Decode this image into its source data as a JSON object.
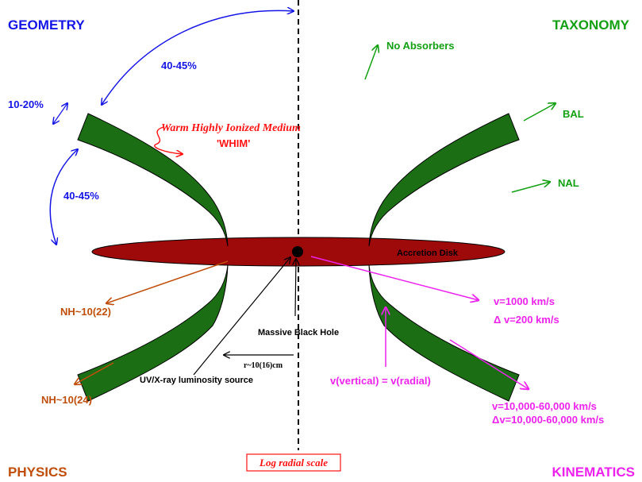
{
  "corners": {
    "geometry": "GEOMETRY",
    "taxonomy": "TAXONOMY",
    "physics": "PHYSICS",
    "kinematics": "KINEMATICS"
  },
  "geometry_labels": {
    "upper_angle": "40-45%",
    "cone_width": "10-20%",
    "lower_angle": "40-45%"
  },
  "whim": {
    "title": "Warm Highly Ionized Medium",
    "abbrev": "'WHIM'"
  },
  "taxonomy_labels": {
    "no_absorbers": "No Absorbers",
    "bal": "BAL",
    "nal": "NAL"
  },
  "center": {
    "accretion_disk": "Accretion Disk",
    "black_hole": "Massive Black Hole",
    "radius": "r~10(16)cm",
    "luminosity_source": "UV/X-ray luminosity source",
    "scale_note": "Log radial scale"
  },
  "physics_labels": {
    "nh_upper": "NH~10(22)",
    "nh_lower": "NH~10(24)"
  },
  "kinematics_labels": {
    "v1": "v=1000 km/s",
    "dv1": "Δ v=200 km/s",
    "vertical": "v(vertical) = v(radial)",
    "v2": "v=10,000-60,000 km/s",
    "dv2": "Δv=10,000-60,000 km/s"
  },
  "colors": {
    "geometry": "#1414e6",
    "taxonomy": "#12a012",
    "physics": "#c04e0a",
    "kinematics": "#ee22ee",
    "whim": "#ff1111",
    "wind": "#1c6e14",
    "disk": "#9e0a0a",
    "black": "#000000"
  }
}
